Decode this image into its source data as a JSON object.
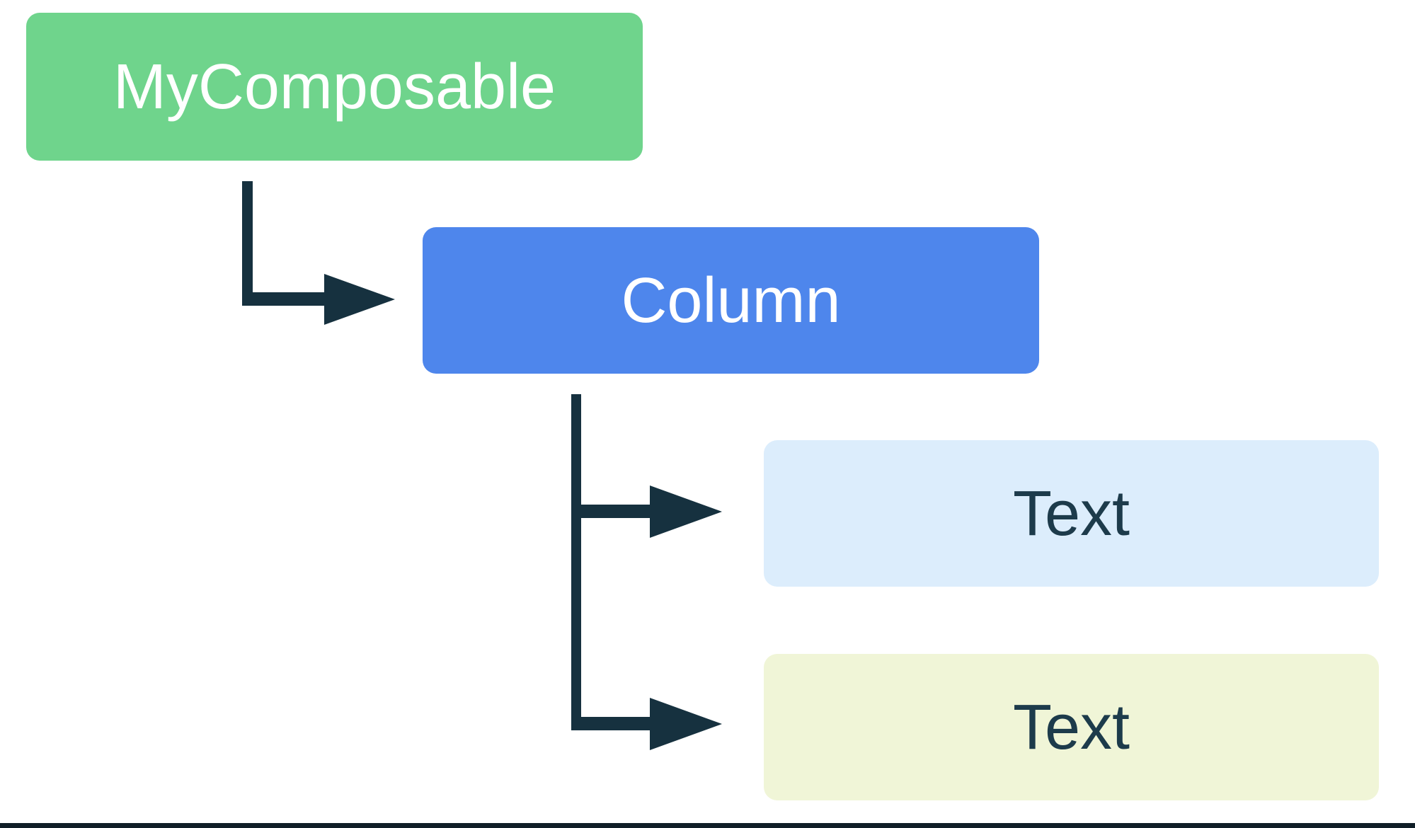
{
  "diagram": {
    "type": "ui-tree",
    "nodes": [
      {
        "id": "mycomposable",
        "label": "MyComposable",
        "bg": "#6FD48C",
        "text_color": "#FFFFFF"
      },
      {
        "id": "column",
        "label": "Column",
        "bg": "#4E86EC",
        "text_color": "#FFFFFF"
      },
      {
        "id": "text1",
        "label": "Text",
        "bg": "#DCEDFC",
        "text_color": "#1D3B4B"
      },
      {
        "id": "text2",
        "label": "Text",
        "bg": "#F0F5D7",
        "text_color": "#1D3B4B"
      }
    ],
    "edges": [
      {
        "from": "mycomposable",
        "to": "column"
      },
      {
        "from": "column",
        "to": "text1"
      },
      {
        "from": "column",
        "to": "text2"
      }
    ],
    "connector_color": "#16313F",
    "bottom_rule_color": "#101E27",
    "background_color": "#FFFFFF"
  }
}
